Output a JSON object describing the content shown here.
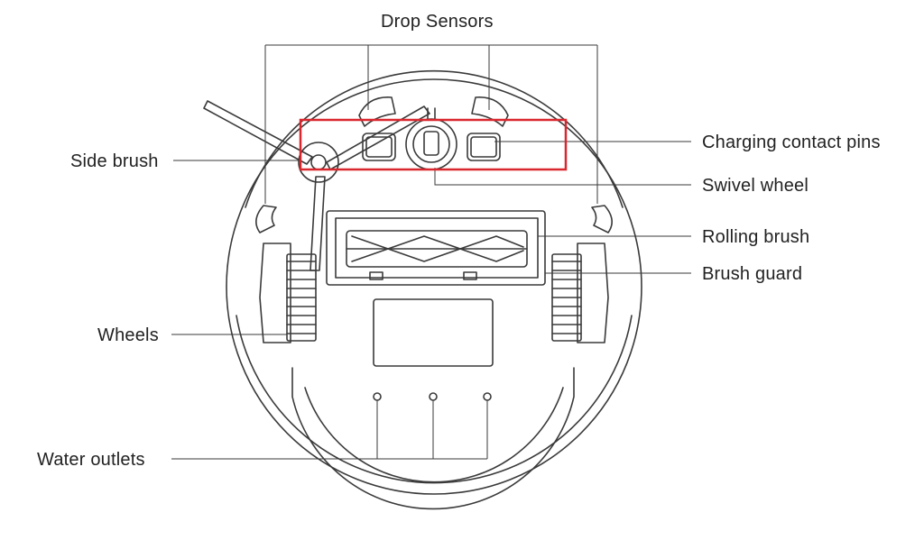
{
  "diagram": {
    "labels": {
      "drop_sensors": "Drop Sensors",
      "side_brush": "Side brush",
      "charging_contact_pins": "Charging contact pins",
      "swivel_wheel": "Swivel wheel",
      "rolling_brush": "Rolling brush",
      "brush_guard": "Brush guard",
      "wheels": "Wheels",
      "water_outlets": "Water outlets"
    },
    "colors": {
      "line": "#3a3a3a",
      "highlight_box": "#d9272e",
      "text": "#222222",
      "background": "#ffffff"
    }
  }
}
